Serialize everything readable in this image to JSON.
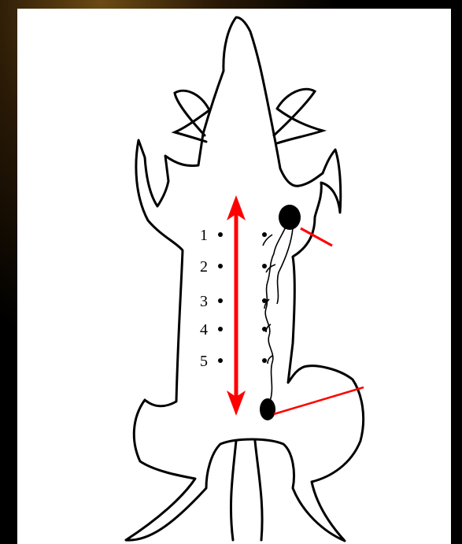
{
  "diagram": {
    "site_labels": [
      "1",
      "2",
      "3",
      "4",
      "5"
    ]
  },
  "colors": {
    "background": "#000000",
    "panel": "#ffffff",
    "outline": "#000000",
    "arrow": "#ff0000",
    "pointer": "#ff0000"
  }
}
